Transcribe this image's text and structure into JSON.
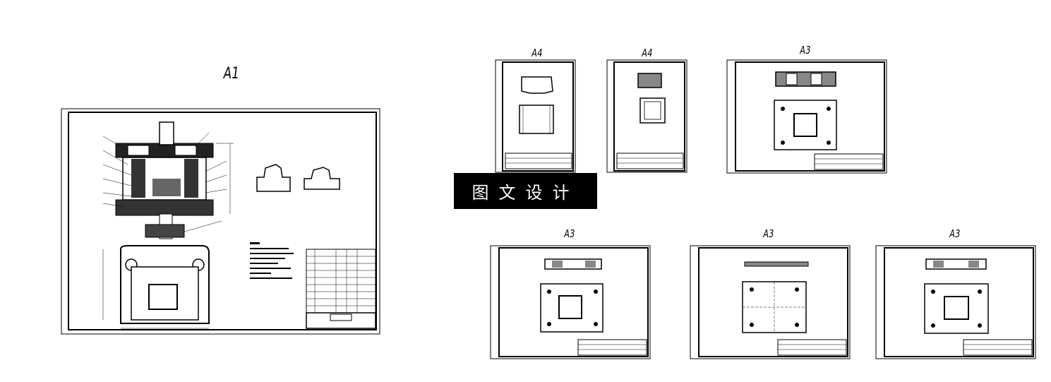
{
  "sheets": [
    {
      "id": "a1-main",
      "label": "A1"
    },
    {
      "id": "a4-top-1",
      "label": "A4"
    },
    {
      "id": "a4-top-2",
      "label": "A4"
    },
    {
      "id": "a3-top",
      "label": "A3"
    },
    {
      "id": "a3-bottom-1",
      "label": "A3"
    },
    {
      "id": "a3-bottom-2",
      "label": "A3"
    },
    {
      "id": "a3-bottom-3",
      "label": "A3"
    }
  ],
  "watermark": {
    "text": "图文设计"
  },
  "colors": {
    "line": "#000000",
    "background": "#ffffff"
  }
}
